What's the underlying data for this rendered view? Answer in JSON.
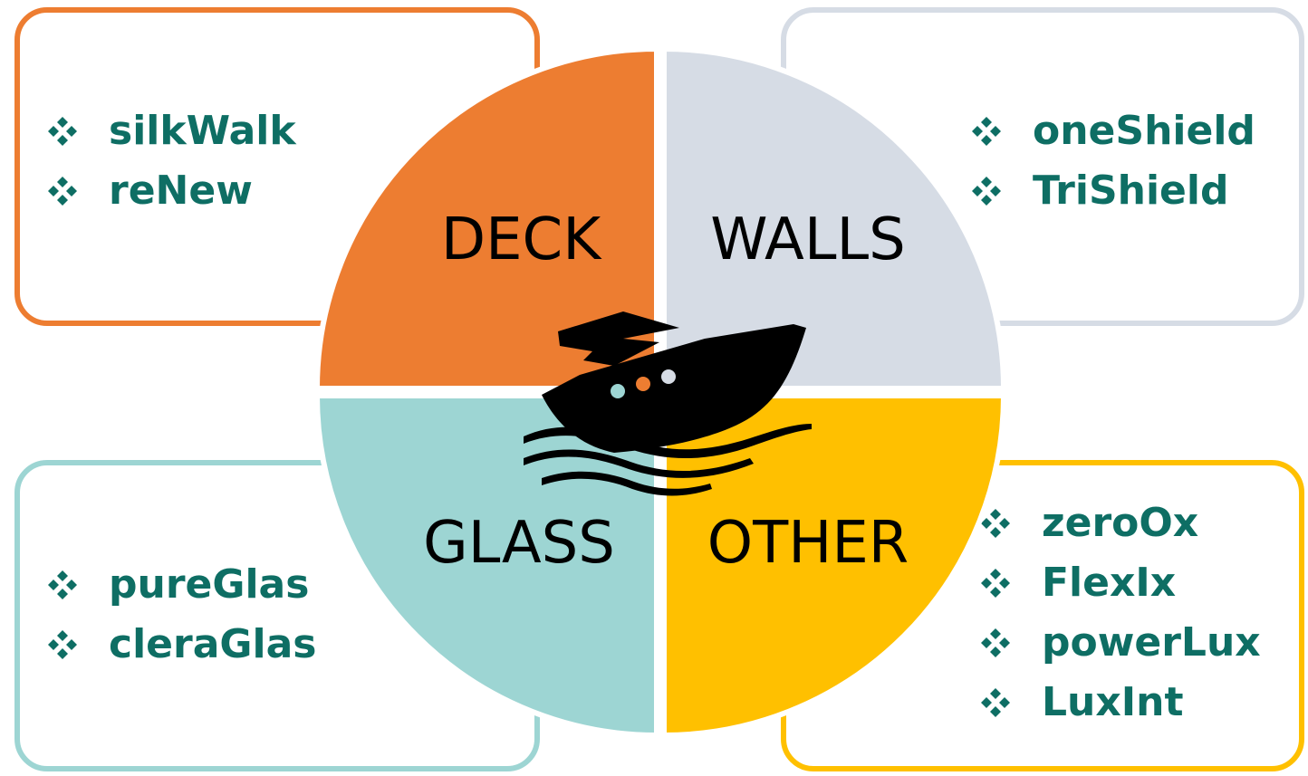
{
  "quadrants": [
    {
      "key": "deck",
      "label": "DECK",
      "color": "#ed7d31",
      "items": [
        "silkWalk",
        "reNew"
      ]
    },
    {
      "key": "walls",
      "label": "WALLS",
      "color": "#d6dce5",
      "items": [
        "oneShield",
        "TriShield"
      ]
    },
    {
      "key": "glass",
      "label": "GLASS",
      "color": "#9dd5d3",
      "items": [
        "pureGlas",
        "cleraGlas"
      ]
    },
    {
      "key": "other",
      "label": "OTHER",
      "color": "#ffc000",
      "items": [
        "zeroOx",
        "FlexIx",
        "powerLux",
        "LuxInt"
      ]
    }
  ],
  "text_color": "#0e6e64",
  "bullet_icon": "four-diamond-bullet-icon",
  "center_icon": "yacht-on-waves-icon"
}
